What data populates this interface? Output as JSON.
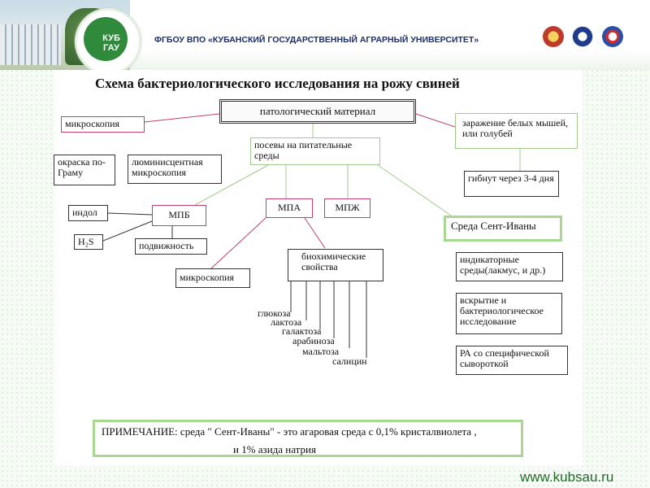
{
  "header": {
    "title": "ФГБОУ ВПО «КУБАНСКИЙ ГОСУДАРСТВЕННЫЙ АГРАРНЫЙ УНИВЕРСИТЕТ»",
    "logo_text": "КУБ ГАУ",
    "emblems": [
      "emblem-1",
      "emblem-2",
      "emblem-3"
    ]
  },
  "diagram": {
    "title": "Схема бактериологического исследования на рожу свиней",
    "nodes": {
      "pathmat": "патологический материал",
      "microscopy_top": "микроскопия",
      "infection": "заражение белых мышей, или голубей",
      "dies": "гибнут через 3-4 дня",
      "gram": "окраска по-Граму",
      "lumin": "люминисцентная микроскопия",
      "seeding": "посевы на питательные среды",
      "indol": "индол",
      "mpb": "МПБ",
      "h2s": "H₂S",
      "motility": "подвижность",
      "mpa": "МПА",
      "mpzh": "МПЖ",
      "saint_ivan": "Среда Сент-Иваны",
      "indicator": "индикаторные среды(лакмус, и др.)",
      "autopsy": "вскрытие и бактериологическое исследование",
      "ra": "РА со специфической сывороткой",
      "microscopy_bottom": "микроскопия",
      "biochem": "биохимические свойства"
    },
    "sugars": [
      "глюкоза",
      "лактоза",
      "галактоза",
      "арабиноза",
      "мальтоза",
      "салицин"
    ],
    "note_line1": "ПРИМЕЧАНИЕ: среда \" Сент-Иваны\"  -  это агаровая среда с 0,1% кристалвиолета ,",
    "note_line2": "и 1% азида  натрия"
  },
  "footer": {
    "url": "www.kubsau.ru"
  },
  "colors": {
    "brand_green": "#2f8a3b",
    "title_blue": "#1a2f6b",
    "link_green": "#a9d892",
    "link_pink": "#c0406a"
  }
}
